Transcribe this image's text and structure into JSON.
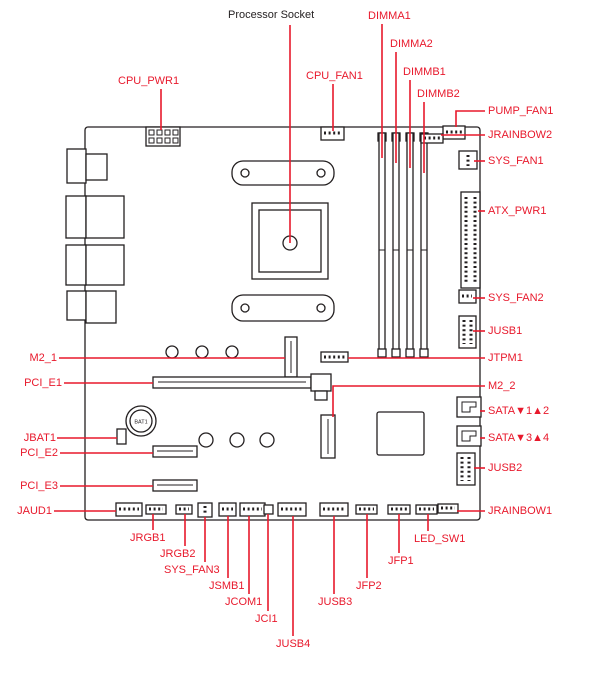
{
  "colors": {
    "accent": "#e8192c",
    "line": "#231f20",
    "bg": "#ffffff"
  },
  "diagram": {
    "type": "motherboard-layout",
    "labels": {
      "processor_socket": "Processor Socket",
      "dimma1": "DIMMA1",
      "dimma2": "DIMMA2",
      "dimmb1": "DIMMB1",
      "dimmb2": "DIMMB2",
      "cpu_pwr1": "CPU_PWR1",
      "cpu_fan1": "CPU_FAN1",
      "pump_fan1": "PUMP_FAN1",
      "jrainbow2": "JRAINBOW2",
      "sys_fan1": "SYS_FAN1",
      "atx_pwr1": "ATX_PWR1",
      "sys_fan2": "SYS_FAN2",
      "jusb1": "JUSB1",
      "jtpm1": "JTPM1",
      "m2_2": "M2_2",
      "sata12": "SATA▼1▲2",
      "sata34": "SATA▼3▲4",
      "jusb2": "JUSB2",
      "jrainbow1": "JRAINBOW1",
      "m2_1": "M2_1",
      "pci_e1": "PCI_E1",
      "jbat1": "JBAT1",
      "pci_e2": "PCI_E2",
      "pci_e3": "PCI_E3",
      "jaud1": "JAUD1",
      "jrgb1": "JRGB1",
      "jrgb2": "JRGB2",
      "sys_fan3": "SYS_FAN3",
      "jsmb1": "JSMB1",
      "jcom1": "JCOM1",
      "jci1": "JCI1",
      "jusb4": "JUSB4",
      "jusb3": "JUSB3",
      "jfp2": "JFP2",
      "jfp1": "JFP1",
      "led_sw1": "LED_SW1",
      "bat1": "BAT1"
    }
  }
}
